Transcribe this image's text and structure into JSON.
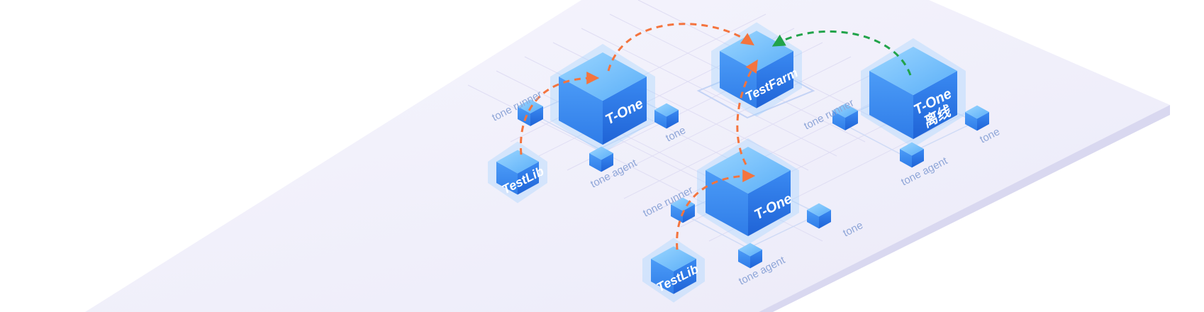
{
  "nodes": {
    "t_one_left": {
      "title": "T-One",
      "runner": "tone runner",
      "agent": "tone agent",
      "tone": "tone"
    },
    "testfarm": {
      "title": "TestFarm"
    },
    "t_one_offline": {
      "title_line1": "T-One",
      "title_line2": "离线",
      "runner": "tone runner",
      "agent": "tone agent",
      "tone": "tone"
    },
    "t_one_center": {
      "title": "T-One",
      "runner": "tone runner",
      "agent": "tone agent",
      "tone": "tone"
    },
    "testlib_left": {
      "title": "TestLib"
    },
    "testlib_center": {
      "title": "TestLib"
    }
  },
  "colors": {
    "platform_top": "#f0effa",
    "platform_edge": "#d7d6ef",
    "cube_light": "#6fc0ff",
    "cube_mid": "#3d8ff5",
    "cube_dark": "#2a6fe0",
    "label": "#8fa6d8",
    "arrow_orange": "#f4743e",
    "arrow_green": "#21a34a"
  }
}
